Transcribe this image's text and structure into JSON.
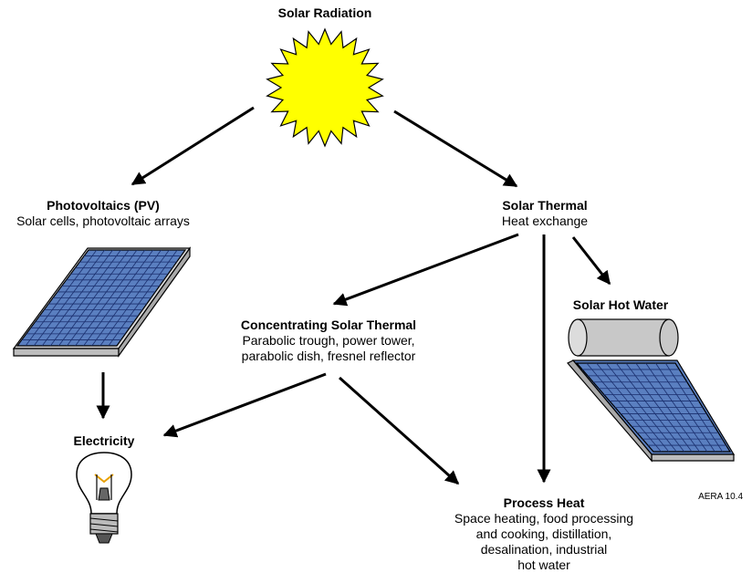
{
  "title": "Solar Radiation",
  "nodes": {
    "pv": {
      "title": "Photovoltaics (PV)",
      "line1": "Solar cells, photovoltaic arrays"
    },
    "thermal": {
      "title": "Solar Thermal",
      "line1": "Heat exchange"
    },
    "csp": {
      "title": "Concentrating Solar Thermal",
      "line1": "Parabolic trough, power tower,",
      "line2": "parabolic dish, fresnel reflector"
    },
    "hotwater": {
      "title": "Solar Hot Water"
    },
    "electricity": {
      "title": "Electricity"
    },
    "process": {
      "title": "Process Heat",
      "line1": "Space heating, food processing",
      "line2": "and cooking, distillation,",
      "line3": "desalination, industrial",
      "line4": "hot water"
    }
  },
  "figure_code": "AERA 10.4",
  "colors": {
    "sun": "#ffff00",
    "panel": "#5a7fc0",
    "panel_grid": "#1a2f6e",
    "tank": "#c8c8c8"
  },
  "icons": [
    "sun-icon",
    "solar-panel-icon",
    "light-bulb-icon",
    "solar-water-heater-icon"
  ]
}
